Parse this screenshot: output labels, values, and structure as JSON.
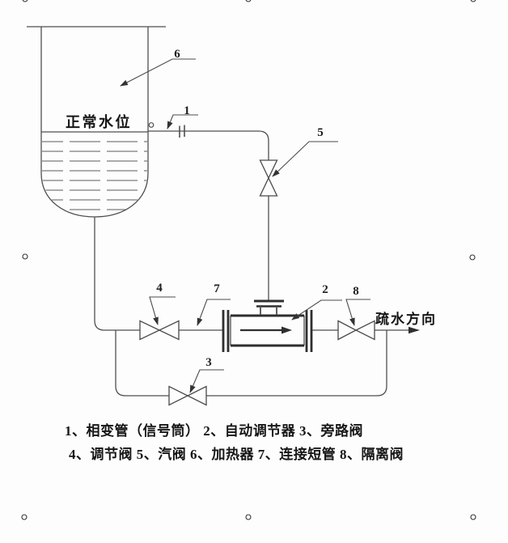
{
  "diagram": {
    "tank_label": "正常水位",
    "drain_label": "疏水方向",
    "callouts": {
      "c1": "1",
      "c2": "2",
      "c3": "3",
      "c4": "4",
      "c5": "5",
      "c6": "6",
      "c7": "7",
      "c8": "8"
    },
    "legend": {
      "line1": "1、相变管（信号筒） 2、自动调节器  3、旁路阀",
      "line2": "4、调节阀 5、汽阀 6、加热器 7、连接短管 8、隔离阀"
    },
    "parts": [
      {
        "num": "1",
        "name": "相变管（信号筒）"
      },
      {
        "num": "2",
        "name": "自动调节器"
      },
      {
        "num": "3",
        "name": "旁路阀"
      },
      {
        "num": "4",
        "name": "调节阀"
      },
      {
        "num": "5",
        "name": "汽阀"
      },
      {
        "num": "6",
        "name": "加热器"
      },
      {
        "num": "7",
        "name": "连接短管"
      },
      {
        "num": "8",
        "name": "隔离阀"
      }
    ],
    "icons": {
      "valve_symbol": "bowtie-valve",
      "tap_point_marker": "small-circle",
      "registration_mark": "small-circle",
      "pipe_union": "double-tick",
      "flow_arrow": "right-arrow",
      "drain_arrow": "right-arrow"
    },
    "colors": {
      "line": "#4f4f4f",
      "heavy_line": "#2e2e2e",
      "text": "#161616",
      "background": "#fdfdfd"
    }
  }
}
